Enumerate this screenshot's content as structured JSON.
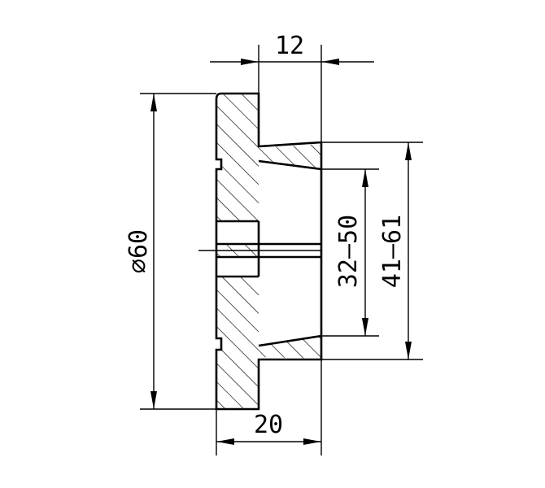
{
  "dimensions": {
    "top_width": "12",
    "bottom_width": "20",
    "outer_diameter": "⌀60",
    "bore_range": "32–50",
    "outer_range": "41–61"
  },
  "colors": {
    "line": "#000000",
    "background": "#ffffff"
  }
}
